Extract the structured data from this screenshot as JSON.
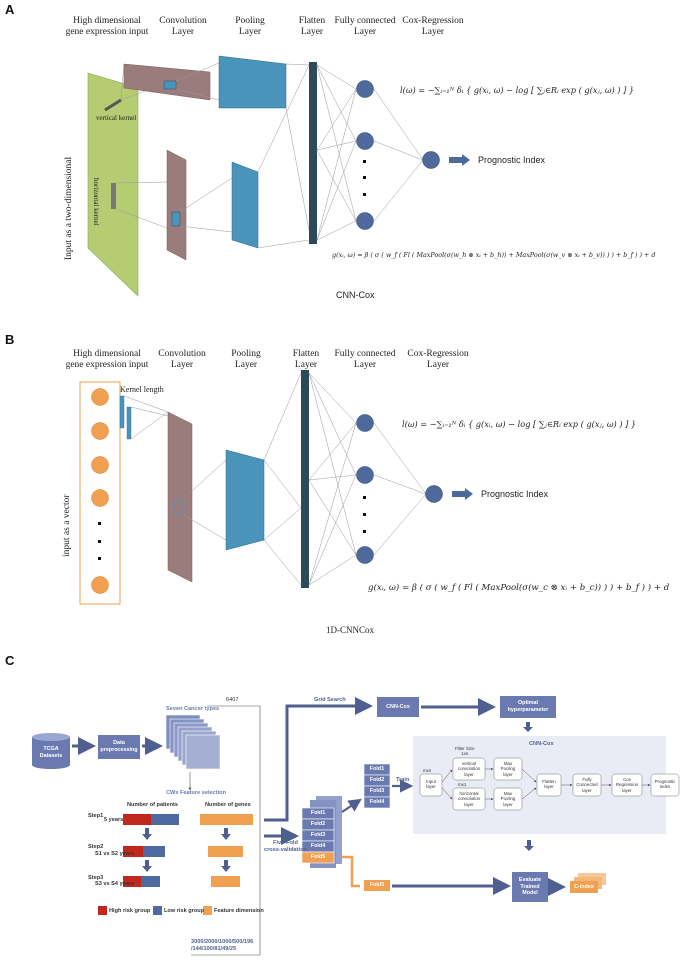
{
  "panel_a": {
    "letter": "A",
    "headers": {
      "input": "High dimensional\ngene expression input",
      "conv": "Convolution\nLayer",
      "pool": "Pooling\nLayer",
      "flatten": "Flatten\nLayer",
      "fc": "Fully connected\nLayer",
      "cox": "Cox-Regression\nLayer"
    },
    "side_label": "Input as a two-dimensional",
    "vertical_kernel": "vertical kernel",
    "horizontal_kernel": "horizontal kernel",
    "loss_formula": "l(ω) = −∑ᵢ₌₁ᴺ δᵢ { g(xᵢ, ω) − log [ ∑ⱼ∈Rᵢ exp ( g(xⱼ, ω) ) ] }",
    "output_label": "Prognostic Index",
    "g_formula": "g(xᵢ, ω) = β ( σ ( w_f ( Fl ( MaxPool(σ(w_h ⊗ xᵢ + b_h)) + MaxPool(σ(w_v ⊗ xᵢ + b_v)) ) ) + b_f ) ) + d",
    "caption": "CNN-Cox"
  },
  "panel_b": {
    "letter": "B",
    "headers": {
      "input": "High dimensional\ngene expression input",
      "conv": "Convolution\nLayer",
      "pool": "Pooling\nLayer",
      "flatten": "Flatten\nLayer",
      "fc": "Fully connected\nLayer",
      "cox": "Cox-Regression\nLayer"
    },
    "kernel_length": "Kernel length",
    "side_label": "input as a vector",
    "loss_formula": "l(ω) = −∑ᵢ₌₁ᴺ δᵢ { g(xᵢ, ω) − log [ ∑ⱼ∈Rᵢ exp ( g(xⱼ, ω) ) ] }",
    "output_label": "Prognostic Index",
    "g_formula": "g(xᵢ, ω) = β ( σ ( w_f ( Fl ( MaxPool(σ(w_c ⊗ xᵢ + b_c)) ) ) + b_f ) ) + d",
    "caption": "1D-CNNCox"
  },
  "panel_c": {
    "letter": "C",
    "tcga": "TCGA\nDatasets",
    "preproc": "Data\npreprocessing",
    "seven_cancer": "Seven Cancer types",
    "count_6407": "6407",
    "cws": "CWx Feature selection",
    "num_patients": "Number of patients",
    "num_genes": "Number of genes",
    "step1": "Step1",
    "step2": "Step2",
    "step3": "Step3",
    "s5years": "5 years",
    "s1s2": "S1 vs S2 years",
    "s3s4": "S3 vs S4 years",
    "legend_high": "High risk group",
    "legend_low": "Low risk group",
    "legend_feat": "Feature dimension",
    "dims": "3000/2000/1000/500/196\n/144/100/81/49/25",
    "grid_search": "Grid Search",
    "cnn_cox": "CNN-Cox",
    "optimal": "Optimal\nhyperparameter",
    "five_fold": "Five-Fold\ncross-validation",
    "folds": [
      "Fold1",
      "Fold2",
      "Fold3",
      "Fold4",
      "Fold5"
    ],
    "train": "Train",
    "cnncox_title": "CNN-Cox",
    "mxn": "mxn",
    "filter_size": "Filter Size\n1xn",
    "mx1": "mx1",
    "input_layer": "Input\nlayer",
    "vconv": "vertical\nconvolution\nlayer",
    "hconv": "horizontal\nconvolution\nlayer",
    "maxpool": "Max\nPooling\nlayer",
    "flatten": "Flatten\nlayer",
    "fcl": "Fully\nConnected\nlayer",
    "coxl": "Cox\nRegression\nlayer",
    "pi": "Prognostic\nIndex",
    "evaluate": "Evaluate\nTrained\nModel",
    "cindex": "C-index",
    "colors": {
      "navy": "#4f5f8f",
      "navy_light": "#8e9cc6",
      "orange": "#f0a050",
      "red": "#c0281e",
      "blue": "#4f6aa0",
      "light_panel": "#e9ecf5"
    }
  },
  "colors": {
    "green": "#b5cc73",
    "mauve": "#9a7c7c",
    "teal": "#4a94bb",
    "dark_teal": "#2d4a5a",
    "node": "#4e6a9c",
    "orange_in": "#f0a050"
  }
}
